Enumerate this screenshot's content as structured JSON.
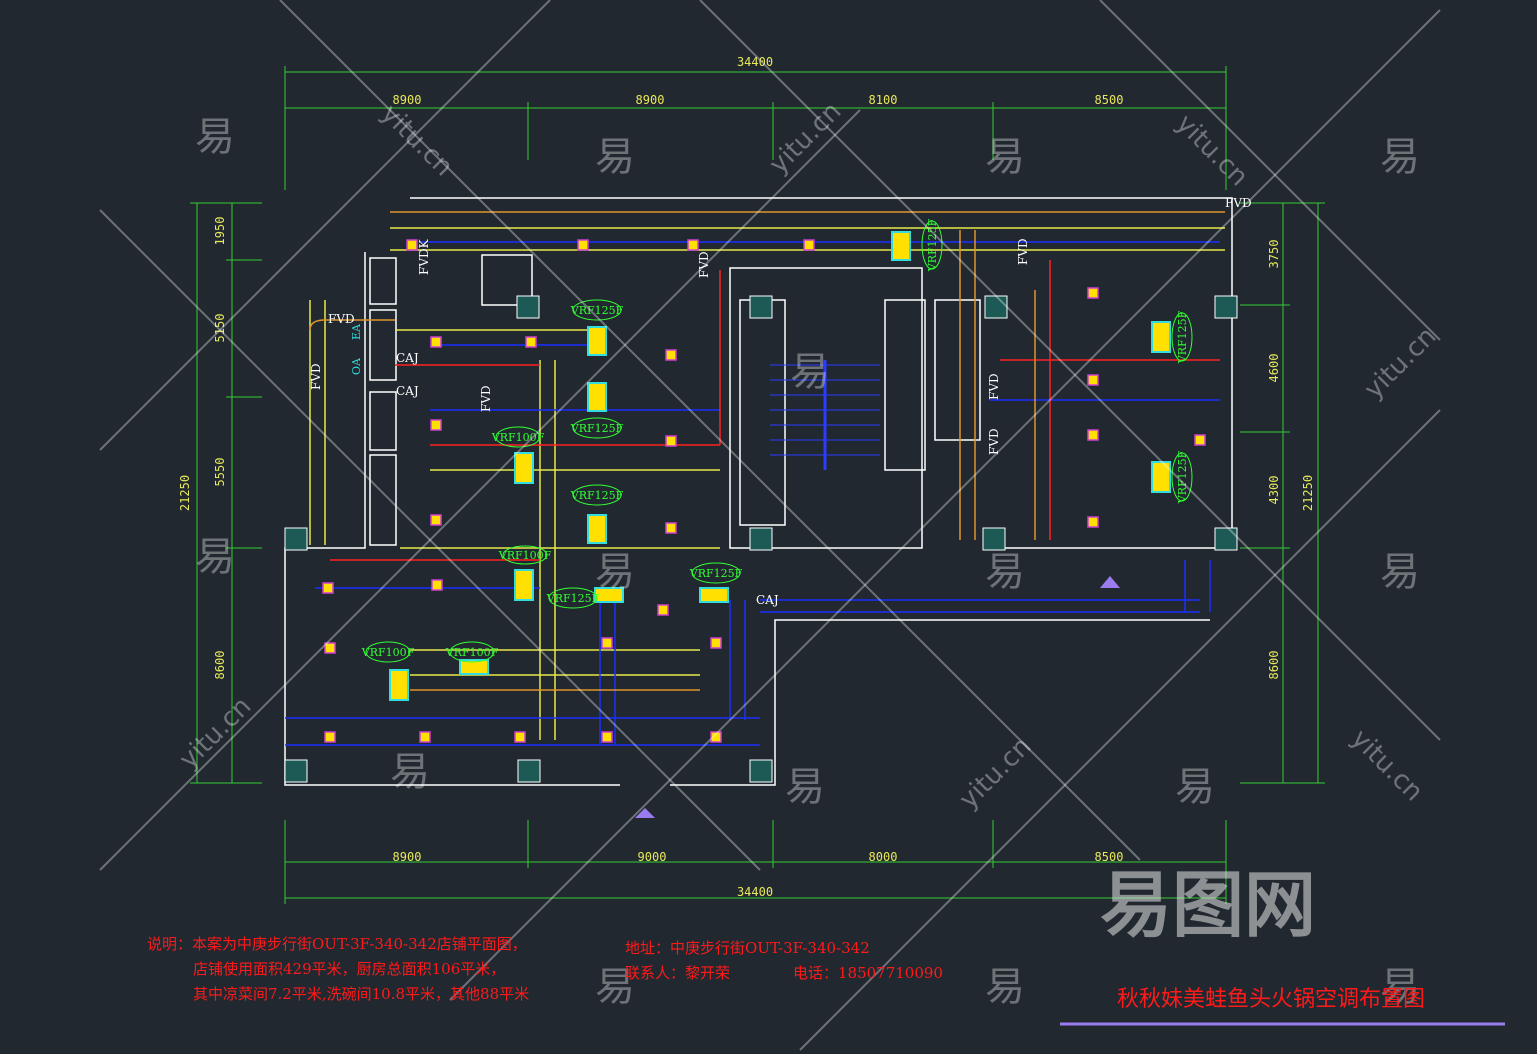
{
  "drawing": {
    "title": "秋秋妹美蛙鱼头火锅空调布置图",
    "notes": [
      "说明：本案为中庚步行街OUT-3F-340-342店铺平面图，",
      "店铺使用面积429平米，厨房总面积106平米，",
      "其中凉菜间7.2平米,洗碗间10.8平米，其他88平米"
    ],
    "address": "地址：中庚步行街OUT-3F-340-342",
    "contact": "联系人：黎开荣",
    "phone": "电话：18507710090"
  },
  "dimensions": {
    "top_total": "34400",
    "top": [
      "8900",
      "8900",
      "8100",
      "8500"
    ],
    "bottom": [
      "8900",
      "9000",
      "8000",
      "8500"
    ],
    "bottom_total": "34400",
    "left": [
      "1950",
      "5150",
      "5550",
      "8600"
    ],
    "left_total": "21250",
    "right": [
      "3750",
      "4600",
      "4300",
      "8600"
    ],
    "right_total": "21250"
  },
  "units": [
    "VRF125F",
    "VRF125F",
    "VRF100F",
    "VRF125F",
    "VRF100F",
    "VRF125F",
    "VRF125F",
    "VRF100F",
    "VRF100F",
    "VRF125F",
    "VRF125F",
    "VRF125F"
  ],
  "tags": [
    "FVD",
    "FVD",
    "FVDK",
    "FVD",
    "FVD",
    "FVD",
    "FVD",
    "FVD",
    "FVD",
    "EA",
    "OA",
    "CAJ",
    "CAJ",
    "CAJ"
  ],
  "watermark": {
    "glyph": "易",
    "site": "yitu.cn",
    "logo": "易图网"
  },
  "colors": {
    "bg": "#212830",
    "dim": "#33cc33",
    "wall": "#ffffff",
    "duct_yellow": "#e8e84a",
    "duct_blue": "#1a2fff",
    "duct_red": "#ff2020",
    "duct_orange": "#e0962a",
    "note": "#ff1a1a",
    "title_line": "#9a7cf0"
  }
}
